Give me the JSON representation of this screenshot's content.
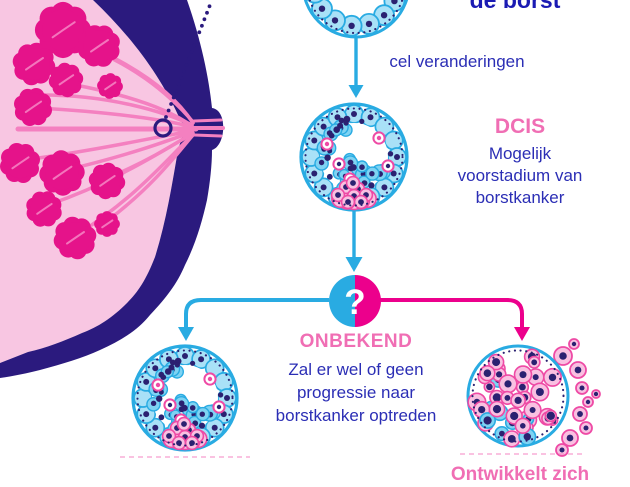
{
  "diagram": {
    "breast_label": "de borst",
    "transition_label": "cel veranderingen",
    "dcis": {
      "title": "DCIS",
      "description_lines": [
        "Mogelijk",
        "voorstadium van",
        "borstkanker"
      ]
    },
    "unknown": {
      "badge": "?",
      "title": "ONBEKEND",
      "description_lines": [
        "Zal er wel of geen",
        "progressie naar",
        "borstkanker optreden"
      ]
    },
    "invasive_label": "Ontwikkelt zich",
    "colors": {
      "cyan": "#29ABE2",
      "magenta": "#EC008C",
      "navy": "#2B1A7E",
      "light_pink": "#F8C6E2",
      "lobule_magenta": "#E5138A",
      "duct_pink": "#F480C0",
      "vein_pink": "#F687C4",
      "pink_heading": "#F06EB4",
      "blue_text": "#2B2EB5",
      "cell_blue": "#7ED3F3",
      "cell_ring_blue": "#A9E1F7",
      "nucleus_navy": "#2B2171",
      "pink_cell": "#F9C0E1",
      "pink_cell_stroke": "#EE4AA5"
    }
  }
}
